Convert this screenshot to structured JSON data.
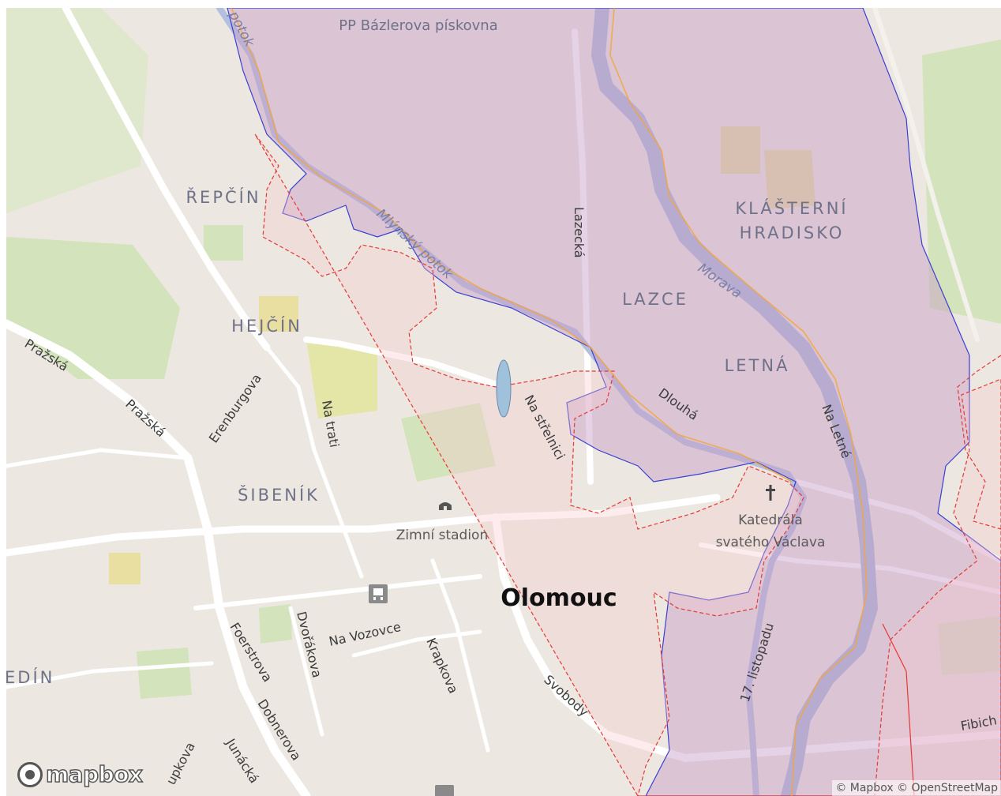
{
  "map": {
    "colors": {
      "land": "#ece8e1",
      "park": "#cfe0b4",
      "road": "#ffffff",
      "water": "#a9b8d6",
      "overlay_fill": "#c79cc8",
      "overlay_pink": "#f6c9cf",
      "boundary_red": "#e53935",
      "boundary_blue": "#3b3fd1",
      "boundary_orange": "#f3a53a"
    },
    "labels": {
      "pp_bazlerova": "PP Bázlerova pískovna",
      "repcin": "ŘEPČÍN",
      "hejcin": "HEJČÍN",
      "sibenik": "ŠIBENÍK",
      "klasterni": "KLÁŠTERNÍ",
      "hradisko": "HRADISKO",
      "lazce": "LAZCE",
      "letna": "LETNÁ",
      "nedin": "EDÍN",
      "olomouc": "Olomouc",
      "zimni_stadion": "Zimní stadion",
      "katedrala_1": "Katedrála",
      "katedrala_2": "svatého Václava",
      "lazecka": "Lazecká",
      "morava": "Morava",
      "mlynsky_potok": "Mlýnský potok",
      "potok_top": "potok",
      "dlouha": "Dlouhá",
      "na_letne": "Na Letné",
      "na_strelnici": "Na střelnici",
      "prazska_1": "Pražská",
      "prazska_2": "Pražská",
      "erenburgova": "Erenburgova",
      "na_trati": "Na trati",
      "na_vozovce": "Na Vozovce",
      "dvorakova": "Dvořákova",
      "krapkova": "Krapkova",
      "foerstrova": "Foerstrova",
      "dobnerova": "Dobnerova",
      "junacka": "Junácká",
      "svobody": "Svobody",
      "listopadu": "17. listopadu",
      "fibich": "Fibich",
      "upkova": "upkova"
    },
    "icons": {
      "stadium": "stadium-icon",
      "church": "church-cross-icon",
      "railway": "railway-station-icon"
    }
  },
  "logo": {
    "text": "mapbox"
  },
  "attribution": {
    "text": "© Mapbox © OpenStreetMap"
  }
}
